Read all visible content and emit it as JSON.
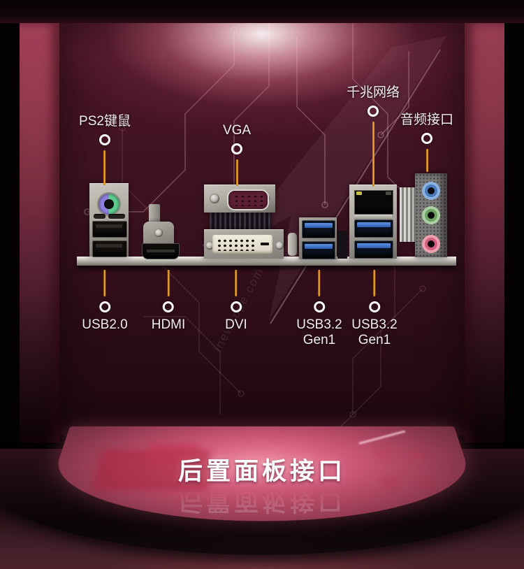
{
  "scene": {
    "title": "后置面板接口",
    "watermark": "inewhope.com"
  },
  "callouts": {
    "top": [
      {
        "id": "ps2",
        "label": "PS2键鼠"
      },
      {
        "id": "vga",
        "label": "VGA"
      },
      {
        "id": "lan",
        "label": "千兆网络"
      },
      {
        "id": "audio",
        "label": "音频接口"
      }
    ],
    "bottom": [
      {
        "id": "usb20",
        "label": "USB2.0"
      },
      {
        "id": "hdmi",
        "label": "HDMI"
      },
      {
        "id": "dvi",
        "label": "DVI"
      },
      {
        "id": "usb32a",
        "label": "USB3.2",
        "label2": "Gen1"
      },
      {
        "id": "usb32b",
        "label": "USB3.2",
        "label2": "Gen1"
      }
    ]
  },
  "ports": [
    "ps2-keyboard-mouse-port",
    "usb2-ports",
    "hdmi-port",
    "vga-port",
    "dvi-port",
    "usb3-gen1-ports",
    "gigabit-ethernet-port",
    "audio-jacks"
  ],
  "colors": {
    "accent_line": "#e89a1e",
    "marker_ring": "#ffffff",
    "panel_bg": "#45141f",
    "pillar": "#a04058",
    "platform_pink": "#d55f7d",
    "usb3_blue": "#3f74cc",
    "ps2_purple": "#8f7fe0",
    "ps2_green": "#5ecb8f",
    "audio_line_in_blue": "#7fb2e8",
    "audio_line_out_green": "#a9d4a2",
    "audio_mic_pink": "#f09cad",
    "title_color": "#ffffff",
    "label_color": "#f2edef"
  }
}
